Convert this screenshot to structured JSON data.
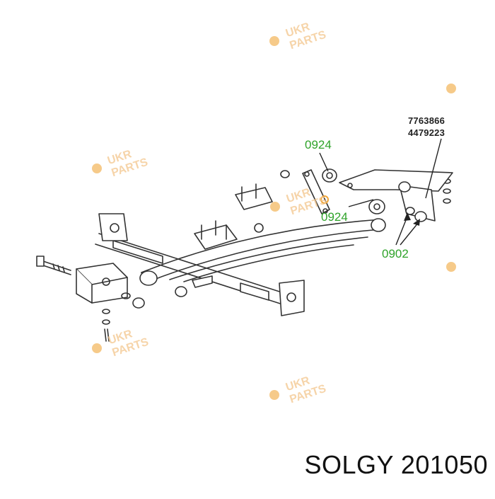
{
  "watermark": {
    "line1": "UKR",
    "line2": "PARTS",
    "accent_color": "#f0a63a"
  },
  "labels": {
    "part_7763866": "7763866",
    "part_4479223": "4479223",
    "part_0924_top": "0924",
    "part_0924_mid": "0924",
    "part_0902": "0902"
  },
  "brand_caption": "SOLGY 201050",
  "colors": {
    "label_green": "#2fa32a",
    "line_art": "#333333",
    "watermark": "#f3c68d"
  }
}
